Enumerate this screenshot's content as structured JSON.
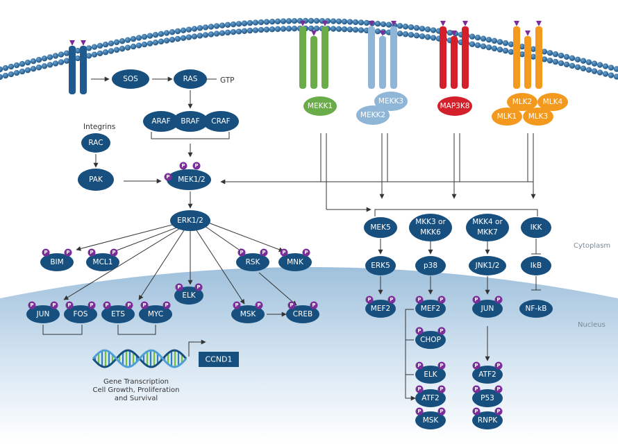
{
  "colors": {
    "node": "#174f7e",
    "phospho": "#7b2e9a",
    "mekk1": "#6aab4a",
    "mekk23": "#8fb6d6",
    "map3k8": "#d4202a",
    "mlk": "#f39a1e",
    "membrane": "#1f5a8f",
    "nucleus_top": "#9fc0dc",
    "arrow": "#333333"
  },
  "labels": {
    "integrins": "Integrins",
    "gtp": "GTP",
    "cytoplasm": "Cytoplasm",
    "nucleus": "Nucleus",
    "phospho": "P",
    "ccnd1": "CCND1",
    "caption_1": "Gene Transcription",
    "caption_2": "Cell Growth, Proliferation",
    "caption_3": "and Survival"
  },
  "nodes": {
    "sos": "SOS",
    "ras": "RAS",
    "araf": "ARAF",
    "braf": "BRAF",
    "craf": "CRAF",
    "rac": "RAC",
    "pak": "PAK",
    "mek12": "MEK1/2",
    "erk12": "ERK1/2",
    "bim": "BIM",
    "mcl1": "MCL1",
    "rsk": "RSK",
    "mnk": "MNK",
    "elk_left": "ELK",
    "jun_left": "JUN",
    "fos": "FOS",
    "ets": "ETS",
    "myc": "MYC",
    "msk_left": "MSK",
    "creb": "CREB",
    "mekk1": "MEKK1",
    "mekk3": "MEKK3",
    "mekk2": "MEKK2",
    "map3k8": "MAP3K8",
    "mlk2": "MLK2",
    "mlk4": "MLK4",
    "mlk1": "MLK1",
    "mlk3": "MLK3",
    "mek5": "MEK5",
    "mkk36_1": "MKK3 or",
    "mkk36_2": "MKK6",
    "mkk47_1": "MKK4 or",
    "mkk47_2": "MKK7",
    "ikk": "IKK",
    "erk5": "ERK5",
    "p38": "p38",
    "jnk12": "JNK1/2",
    "ikb": "IkB",
    "mef2_a": "MEF2",
    "mef2_b": "MEF2",
    "jun_right": "JUN",
    "nfkb": "NF-kB",
    "chop": "CHOP",
    "elk_right": "ELK",
    "atf2_a": "ATF2",
    "msk_right": "MSK",
    "atf2_b": "ATF2",
    "p53": "P53",
    "rnpk": "RNPK"
  }
}
